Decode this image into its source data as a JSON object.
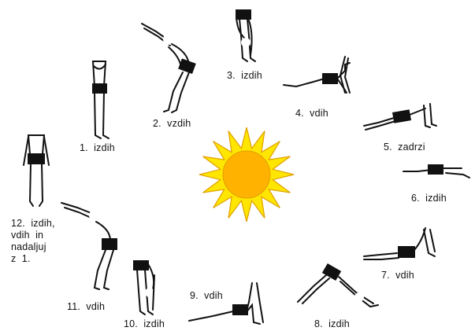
{
  "sun": {
    "outer_color": "#ffe600",
    "inner_color": "#ffb300",
    "outline_color": "#e0a000"
  },
  "poses": [
    {
      "step": 1,
      "label": "1.  izdih"
    },
    {
      "step": 2,
      "label": "2.  vzdih"
    },
    {
      "step": 3,
      "label": "3.  izdih"
    },
    {
      "step": 4,
      "label": "4.  vdih"
    },
    {
      "step": 5,
      "label": "5.  zadrzi"
    },
    {
      "step": 6,
      "label": "6.  izdih"
    },
    {
      "step": 7,
      "label": "7.  vdih"
    },
    {
      "step": 8,
      "label": "8.  izdih"
    },
    {
      "step": 9,
      "label": "9.  vdih"
    },
    {
      "step": 10,
      "label": "10.  izdih"
    },
    {
      "step": 11,
      "label": "11.  vdih"
    },
    {
      "step": 12,
      "label": "12.  izdih,\nvdih  in\nnadaljuj\nz  1."
    }
  ]
}
